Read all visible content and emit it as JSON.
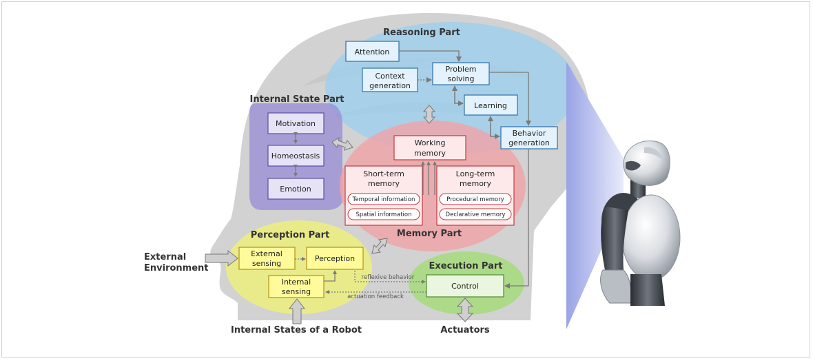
{
  "parts": {
    "reasoning": "Reasoning Part",
    "internal_state": "Internal State Part",
    "memory": "Memory Part",
    "perception": "Perception Part",
    "execution": "Execution Part"
  },
  "boxes": {
    "attention": "Attention",
    "context_1": "Context",
    "context_2": "generation",
    "problem_1": "Problem",
    "problem_2": "solving",
    "learning": "Learning",
    "behavior_1": "Behavior",
    "behavior_2": "generation",
    "motivation": "Motivation",
    "homeostasis": "Homeostasis",
    "emotion": "Emotion",
    "working_1": "Working",
    "working_2": "memory",
    "short_term_1": "Short-term",
    "short_term_2": "memory",
    "long_term_1": "Long-term",
    "long_term_2": "memory",
    "temporal": "Temporal information",
    "spatial": "Spatial information",
    "procedural": "Procedural memory",
    "declarative": "Declarative memory",
    "external_sensing_1": "External",
    "external_sensing_2": "sensing",
    "perception": "Perception",
    "internal_sensing_1": "Internal",
    "internal_sensing_2": "sensing",
    "control": "Control"
  },
  "labels": {
    "external_env_1": "External",
    "external_env_2": "Environment",
    "internal_states": "Internal States of a Robot",
    "actuators": "Actuators",
    "reflexive": "reflexive behavior",
    "actuation": "actuation feedback"
  },
  "colors": {
    "reasoning": "#9ccfee",
    "internal_state": "#9b90d6",
    "memory": "#f1a3a6",
    "perception": "#eef07a",
    "execution": "#a7dc7c",
    "head": "#d2d2d2"
  }
}
